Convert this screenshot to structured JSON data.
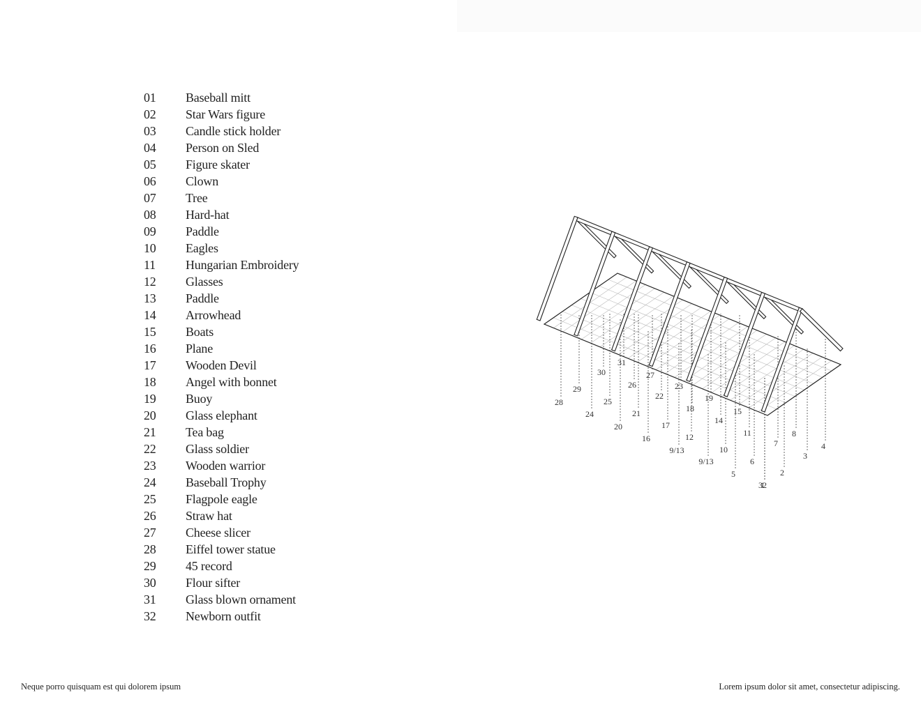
{
  "items": [
    {
      "num": "01",
      "label": "Baseball mitt"
    },
    {
      "num": "02",
      "label": "Star Wars figure"
    },
    {
      "num": "03",
      "label": "Candle stick holder"
    },
    {
      "num": "04",
      "label": "Person on Sled"
    },
    {
      "num": "05",
      "label": "Figure skater"
    },
    {
      "num": "06",
      "label": "Clown"
    },
    {
      "num": "07",
      "label": "Tree"
    },
    {
      "num": "08",
      "label": "Hard-hat"
    },
    {
      "num": "09",
      "label": "Paddle"
    },
    {
      "num": "10",
      "label": "Eagles"
    },
    {
      "num": "11",
      "label": "Hungarian Embroidery"
    },
    {
      "num": "12",
      "label": "Glasses"
    },
    {
      "num": "13",
      "label": "Paddle"
    },
    {
      "num": "14",
      "label": "Arrowhead"
    },
    {
      "num": "15",
      "label": "Boats"
    },
    {
      "num": "16",
      "label": "Plane"
    },
    {
      "num": "17",
      "label": "Wooden Devil"
    },
    {
      "num": "18",
      "label": "Angel with bonnet"
    },
    {
      "num": "19",
      "label": "Buoy"
    },
    {
      "num": "20",
      "label": "Glass elephant"
    },
    {
      "num": "21",
      "label": "Tea bag"
    },
    {
      "num": "22",
      "label": "Glass soldier"
    },
    {
      "num": "23",
      "label": "Wooden warrior"
    },
    {
      "num": "24",
      "label": "Baseball Trophy"
    },
    {
      "num": "25",
      "label": "Flagpole eagle"
    },
    {
      "num": "26",
      "label": "Straw hat"
    },
    {
      "num": "27",
      "label": "Cheese slicer"
    },
    {
      "num": "28",
      "label": "Eiffel tower statue"
    },
    {
      "num": "29",
      "label": "45 record"
    },
    {
      "num": "30",
      "label": "Flour sifter"
    },
    {
      "num": "31",
      "label": "Glass blown ornament"
    },
    {
      "num": "32",
      "label": "Newborn outfit"
    }
  ],
  "diagram": {
    "callouts": [
      "1",
      "2",
      "3",
      "4",
      "5",
      "6",
      "7",
      "8",
      "9/13",
      "9/13",
      "10",
      "11",
      "12",
      "14",
      "15",
      "16",
      "17",
      "18",
      "19",
      "20",
      "21",
      "22",
      "23",
      "24",
      "25",
      "26",
      "27",
      "28",
      "29",
      "30",
      "31",
      "32"
    ]
  },
  "footer": {
    "left": "Neque porro quisquam est qui dolorem ipsum",
    "right": "Lorem ipsum dolor sit amet, consectetur adipiscing."
  }
}
